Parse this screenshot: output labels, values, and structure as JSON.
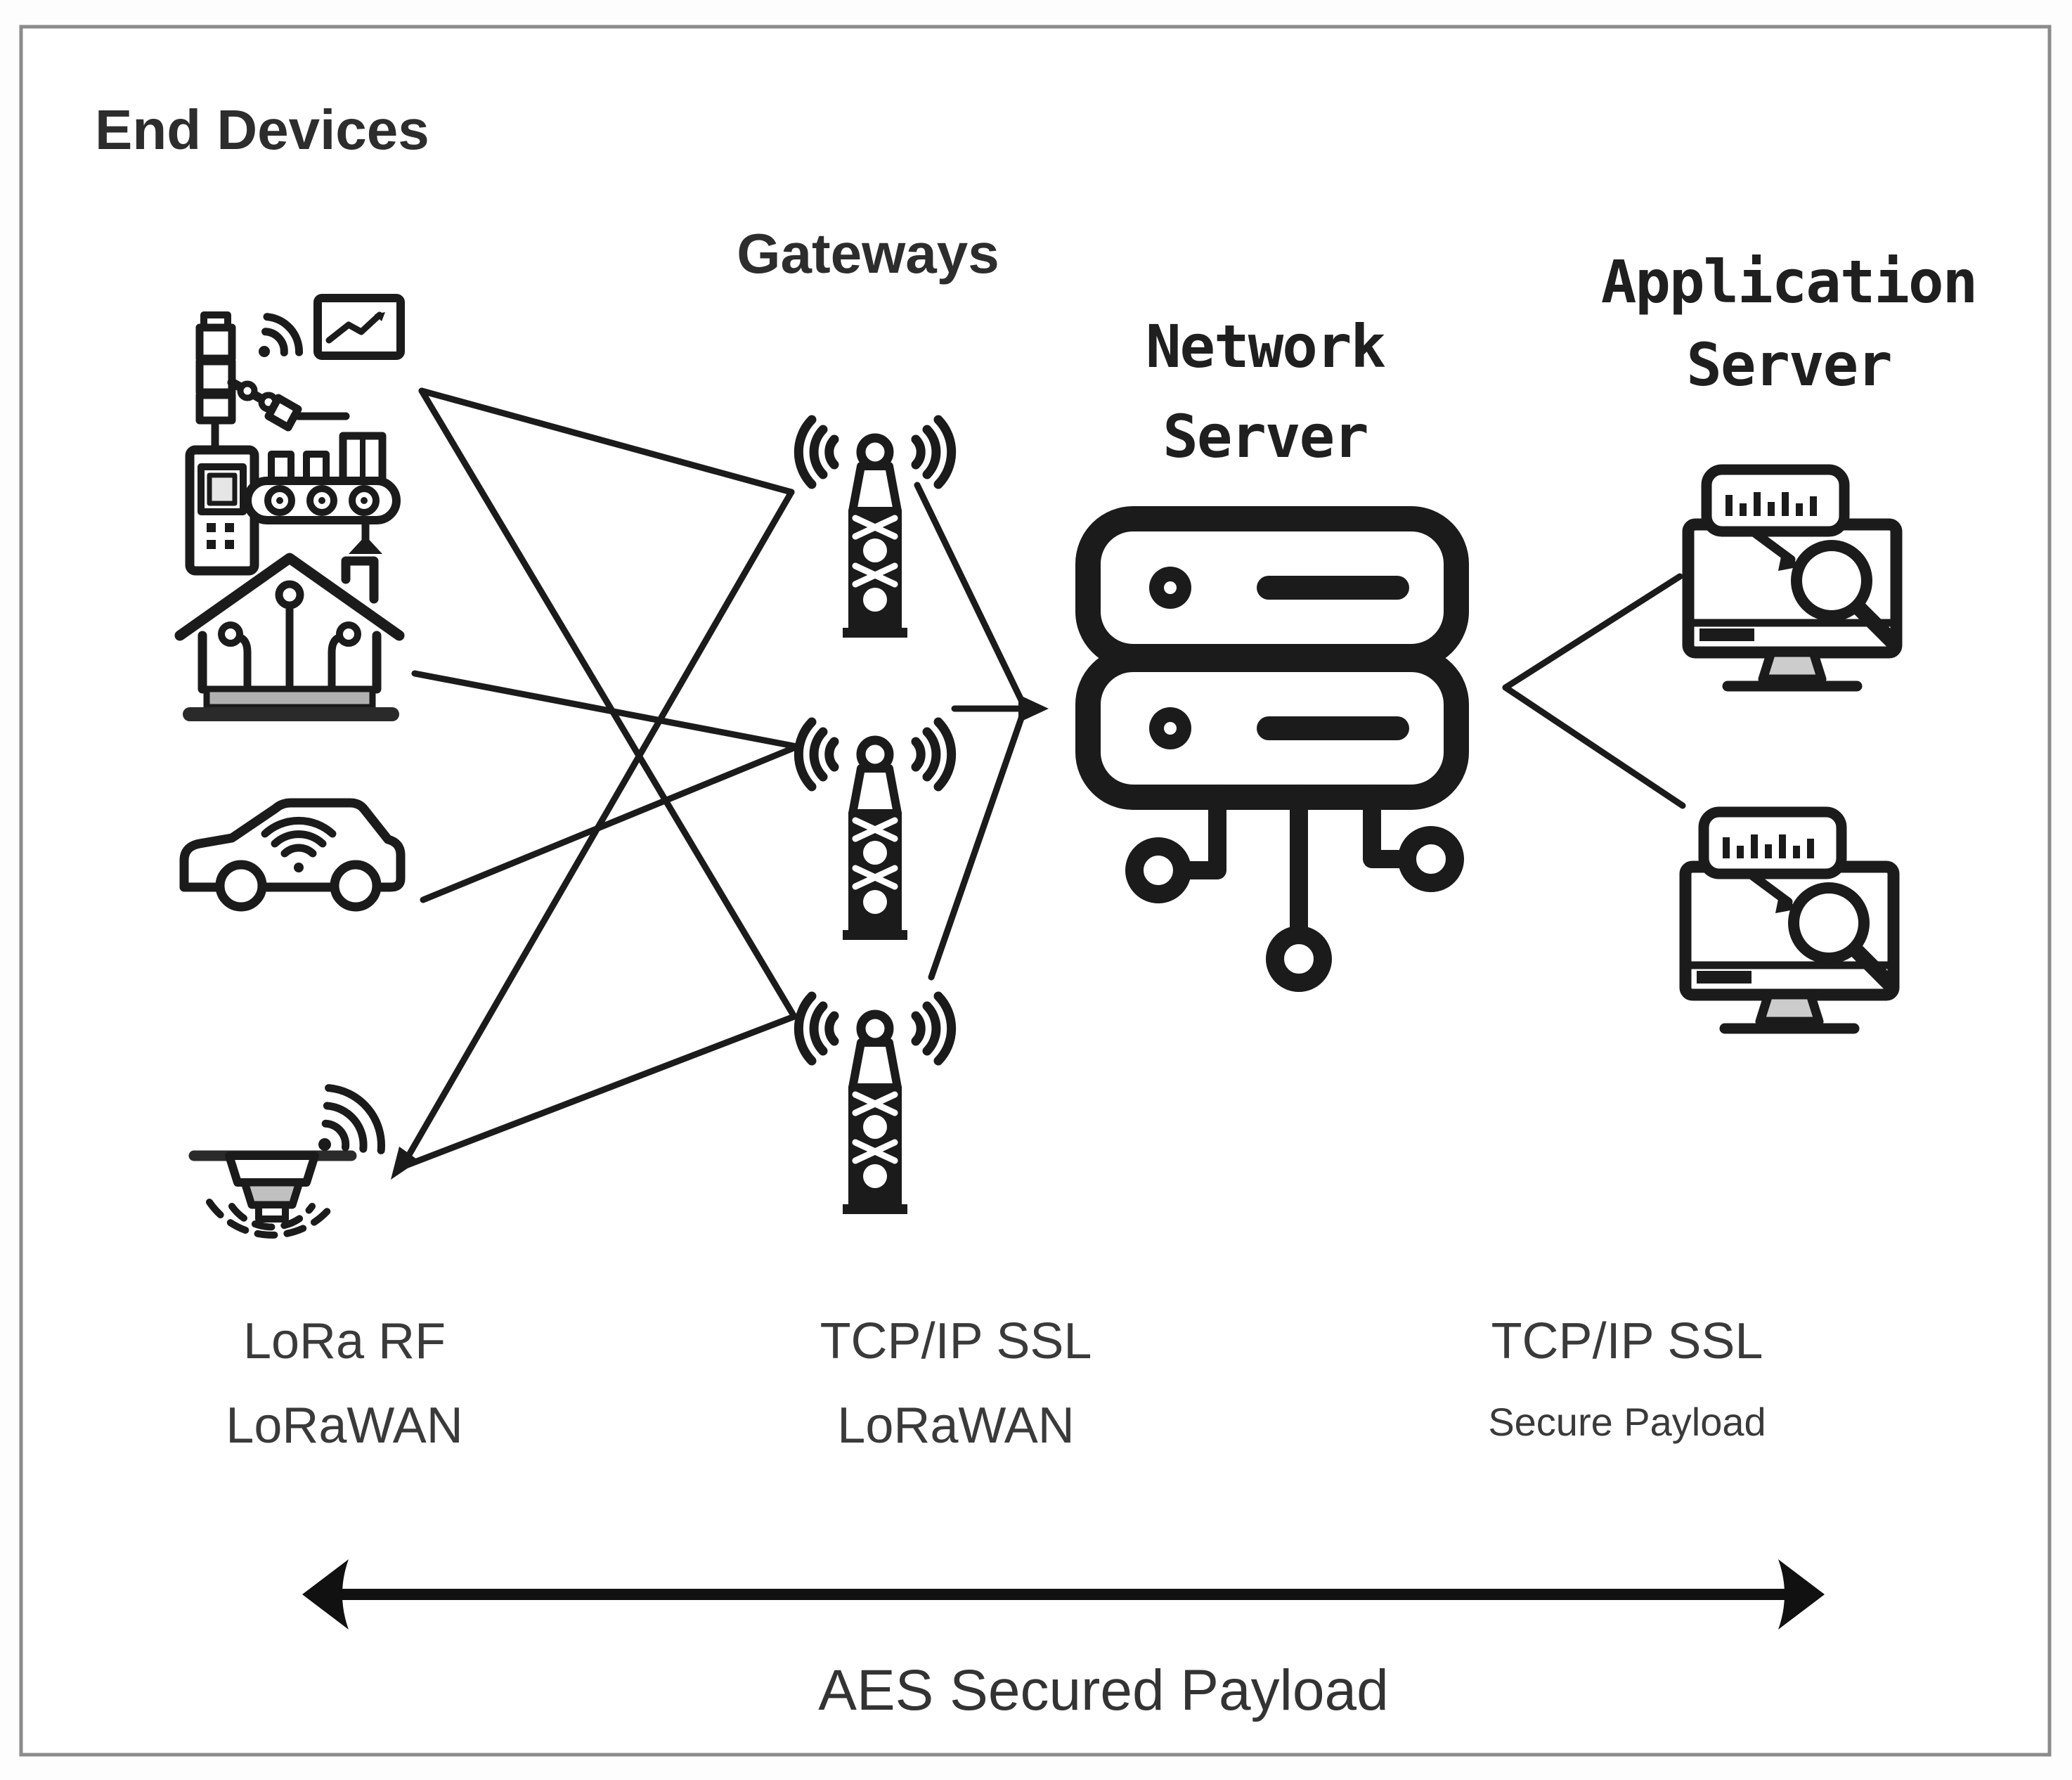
{
  "titles": {
    "end_devices": "End Devices",
    "gateways": "Gateways",
    "network_server": [
      "Network",
      "Server"
    ],
    "application_server": [
      "Application",
      "Server"
    ]
  },
  "protocol_labels": {
    "end_devices": [
      "LoRa RF",
      "LoRaWAN"
    ],
    "gateways": [
      "TCP/IP SSL",
      "LoRaWAN"
    ],
    "application_server": [
      "TCP/IP SSL",
      "Secure Payload"
    ]
  },
  "bottom_arrow": {
    "label": "AES Secured Payload"
  },
  "nodes": {
    "end_devices": [
      {
        "icon": "industrial-robot-conveyor-icon"
      },
      {
        "icon": "smart-home-icon"
      },
      {
        "icon": "connected-car-icon"
      },
      {
        "icon": "smoke-detector-icon"
      }
    ],
    "gateways": [
      {
        "icon": "radio-tower-icon"
      },
      {
        "icon": "radio-tower-icon"
      },
      {
        "icon": "radio-tower-icon"
      }
    ],
    "network_server": {
      "icon": "server-stack-icon"
    },
    "application_servers": [
      {
        "icon": "analytics-monitor-icon"
      },
      {
        "icon": "analytics-monitor-icon"
      }
    ]
  },
  "colors": {
    "ink": "#1b1b1b",
    "frame_gray": "#8b8b8b",
    "text_dark": "#2d2d2d",
    "text_mid": "#3a3a3a",
    "fill_light_gray": "#bfbfbf",
    "background": "#fdfdfd"
  }
}
